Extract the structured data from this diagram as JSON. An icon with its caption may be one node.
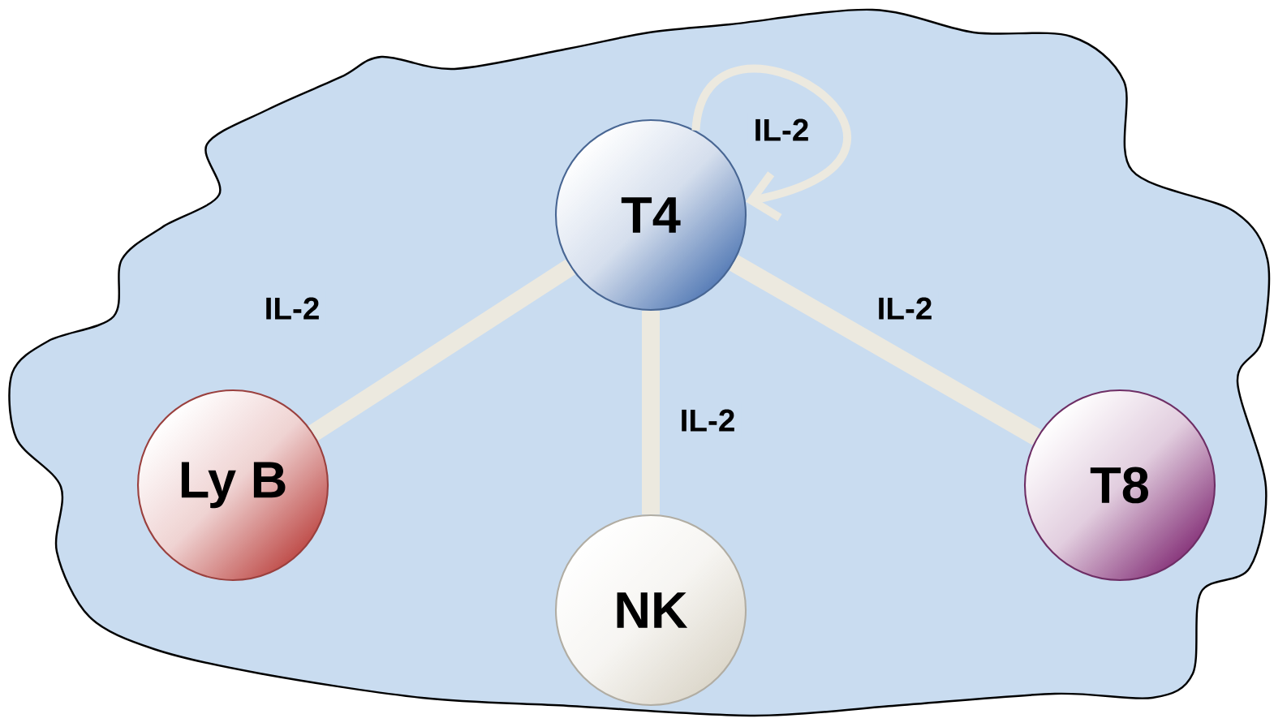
{
  "diagram": {
    "nodes": [
      {
        "text": [
          "T4"
        ]
      },
      {
        "text": [
          "Ly B"
        ]
      },
      {
        "text": [
          "NK"
        ]
      },
      {
        "text": [
          "T8"
        ]
      }
    ],
    "edges": [
      {
        "from": 0,
        "to": 0,
        "arrow": "to",
        "label": "IL-2"
      },
      {
        "from": 0,
        "to": 1,
        "arrow": "none",
        "label": "IL-2"
      },
      {
        "from": 0,
        "to": 2,
        "arrow": "none",
        "label": "IL-2"
      },
      {
        "from": 0,
        "to": 3,
        "arrow": "none",
        "label": "IL-2"
      }
    ]
  }
}
